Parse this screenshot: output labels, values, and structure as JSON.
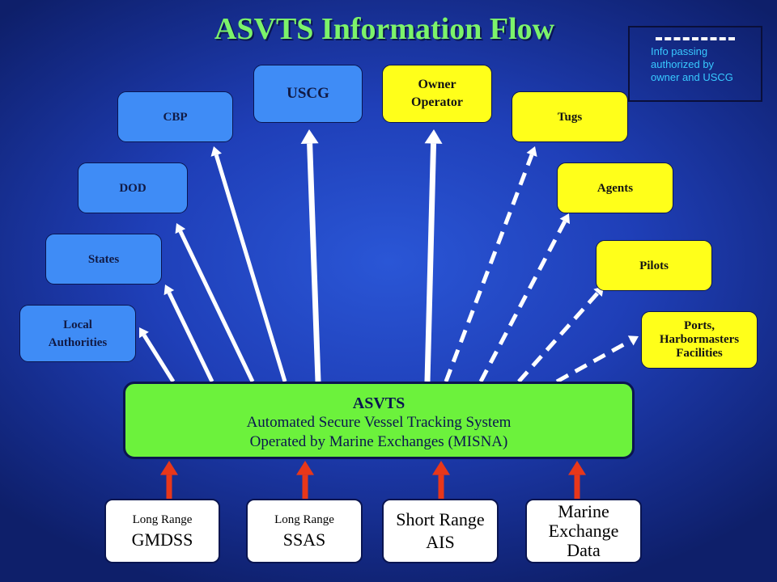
{
  "title": "ASVTS Information Flow",
  "legend": {
    "line1": "Info passing",
    "line2": "authorized by",
    "line3": "owner and USCG",
    "dash_color": "#ffffff",
    "text_color": "#38c9ff"
  },
  "authorities": {
    "local_line1": "Local",
    "local_line2": "Authorities",
    "states": "States",
    "dod": "DOD",
    "cbp": "CBP",
    "uscg": "USCG",
    "color": "#3f8cf6"
  },
  "industry": {
    "owner_line1": "Owner",
    "owner_line2": "Operator",
    "tugs": "Tugs",
    "agents": "Agents",
    "pilots": "Pilots",
    "ports_line1": "Ports,",
    "ports_line2": "Harbormasters",
    "ports_line3": "Facilities",
    "color": "#ffff1a"
  },
  "asvts": {
    "name": "ASVTS",
    "line1": "Automated Secure Vessel Tracking System",
    "line2": "Operated by Marine Exchanges (MISNA)",
    "color": "#6cf23c"
  },
  "inputs": {
    "gmdss_small": "Long Range",
    "gmdss_large": "GMDSS",
    "ssas_small": "Long Range",
    "ssas_large": "SSAS",
    "ais_line1": "Short Range",
    "ais_line2": "AIS",
    "mx_line1": "Marine",
    "mx_line2": "Exchange",
    "mx_line3": "Data",
    "arrow_color": "#e8371a"
  }
}
